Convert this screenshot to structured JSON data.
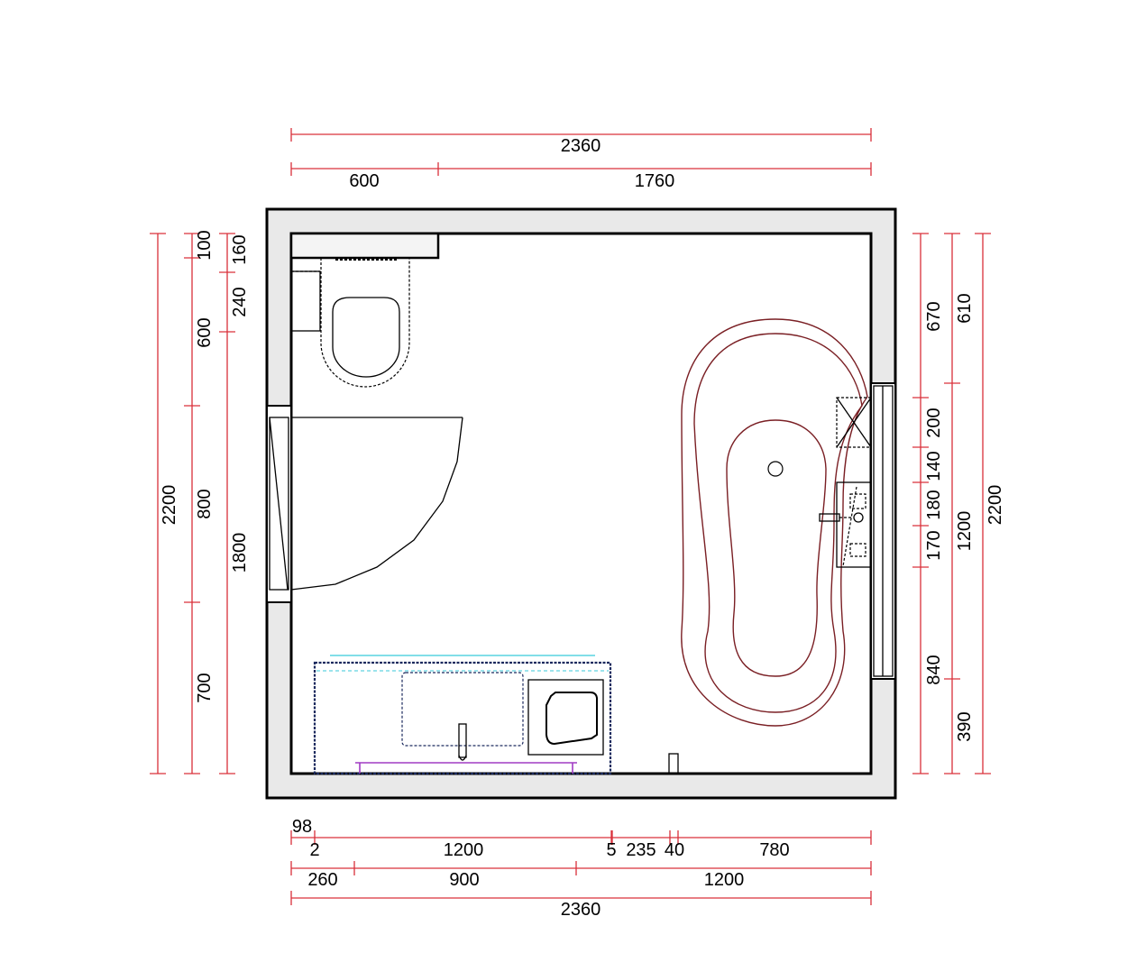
{
  "drawing": {
    "type": "bathroom floor plan",
    "units": "mm",
    "colors": {
      "dimension_line": "#d9303a",
      "wall_fill": "#e9e9e9",
      "bathtub_outline": "#7a1f24",
      "vanity_outline": "#1b2a5e",
      "mirror_line": "#38c9d9",
      "towel_rail": "#a13bc4"
    }
  },
  "dimensions": {
    "top": {
      "overall": "2360",
      "segments": [
        "600",
        "1760"
      ]
    },
    "left": {
      "overall": "2200",
      "middle_chain": [
        "100",
        "600",
        "800",
        "700"
      ],
      "inner_chain": [
        "160",
        "240",
        "1800"
      ]
    },
    "right": {
      "inner_chain": [
        "670",
        "200",
        "140",
        "180",
        "170",
        "840"
      ],
      "middle_chain": [
        "610",
        "1200",
        "390"
      ],
      "overall": "2200"
    },
    "bottom": {
      "row1_top_label": "98",
      "row1": [
        "2",
        "1200",
        "5",
        "235",
        "40",
        "780"
      ],
      "row2": [
        "260",
        "900",
        "1200"
      ],
      "overall": "2360"
    }
  },
  "fixtures": [
    {
      "name": "wall-hung toilet",
      "icon": "toilet-icon"
    },
    {
      "name": "swing door",
      "icon": "door-icon"
    },
    {
      "name": "vanity with basin and mixer",
      "icon": "vanity-icon"
    },
    {
      "name": "freestanding bathtub",
      "icon": "bathtub-icon"
    },
    {
      "name": "tap / shower mixer",
      "icon": "mixer-icon"
    },
    {
      "name": "windows",
      "icon": "window-icon"
    }
  ]
}
